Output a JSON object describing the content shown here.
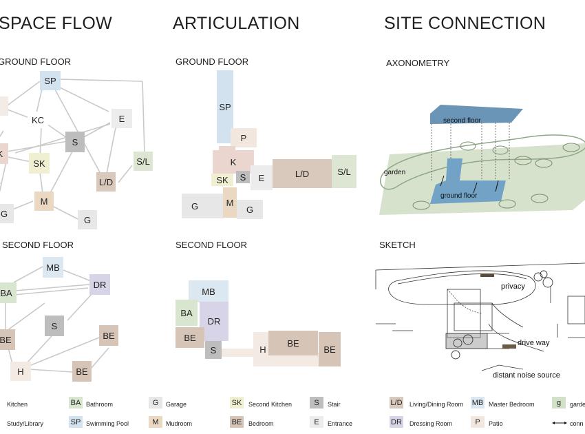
{
  "titles": {
    "space_flow": "SPACE FLOW",
    "articulation": "ARTICULATION",
    "site_connection": "SITE CONNECTION"
  },
  "subtitles": {
    "ground_floor_1": "GROUND FLOOR",
    "ground_floor_2": "GROUND FLOOR",
    "axonometry": "AXONOMETRY",
    "second_floor_1": "SECOND FLOOR",
    "second_floor_2": "SECOND FLOOR",
    "sketch": "SKETCH"
  },
  "room_codes": {
    "SP": "SP",
    "KC": "KC",
    "E": "E",
    "S": "S",
    "SK": "SK",
    "LD": "L/D",
    "SL": "S/L",
    "M": "M",
    "G": "G",
    "K": "K",
    "P": "P",
    "MB": "MB",
    "DR": "DR",
    "BA": "BA",
    "BE": "BE",
    "H": "H"
  },
  "axonometry": {
    "second_floor": "second floor",
    "garden": "garden",
    "ground_floor": "ground floor"
  },
  "sketch": {
    "privacy": "privacy",
    "drive_way": "drive way",
    "noise": "distant noise source"
  },
  "legend": [
    {
      "code": "",
      "label": "Kitchen",
      "color": "#ffffff"
    },
    {
      "code": "BA",
      "label": "Bathroom",
      "color": "#d9e6cf"
    },
    {
      "code": "G",
      "label": "Garage",
      "color": "#e7e7e7"
    },
    {
      "code": "SK",
      "label": "Second Kitchen",
      "color": "#f1efd1"
    },
    {
      "code": "S",
      "label": "Stair",
      "color": "#bdbdbd"
    },
    {
      "code": "L/D",
      "label": "Living/Dining Room",
      "color": "#d9c9bd"
    },
    {
      "code": "MB",
      "label": "Master Bedroom",
      "color": "#dce8f1"
    },
    {
      "code": "g",
      "label": "garde",
      "color": "#d3e0c8"
    },
    {
      "code": "",
      "label": "Study/Library",
      "color": "#ffffff"
    },
    {
      "code": "SP",
      "label": "Swimming Pool",
      "color": "#d3e2ef"
    },
    {
      "code": "M",
      "label": "Mudroom",
      "color": "#ead8c2"
    },
    {
      "code": "BE",
      "label": "Bedroom",
      "color": "#d6c5b7"
    },
    {
      "code": "E",
      "label": "Entrance",
      "color": "#ececec"
    },
    {
      "code": "DR",
      "label": "Dressing Room",
      "color": "#d8d4e8"
    },
    {
      "code": "P",
      "label": "Patio",
      "color": "#f1e7df"
    },
    {
      "code": "",
      "label": "conn",
      "color": "#ffffff"
    }
  ]
}
